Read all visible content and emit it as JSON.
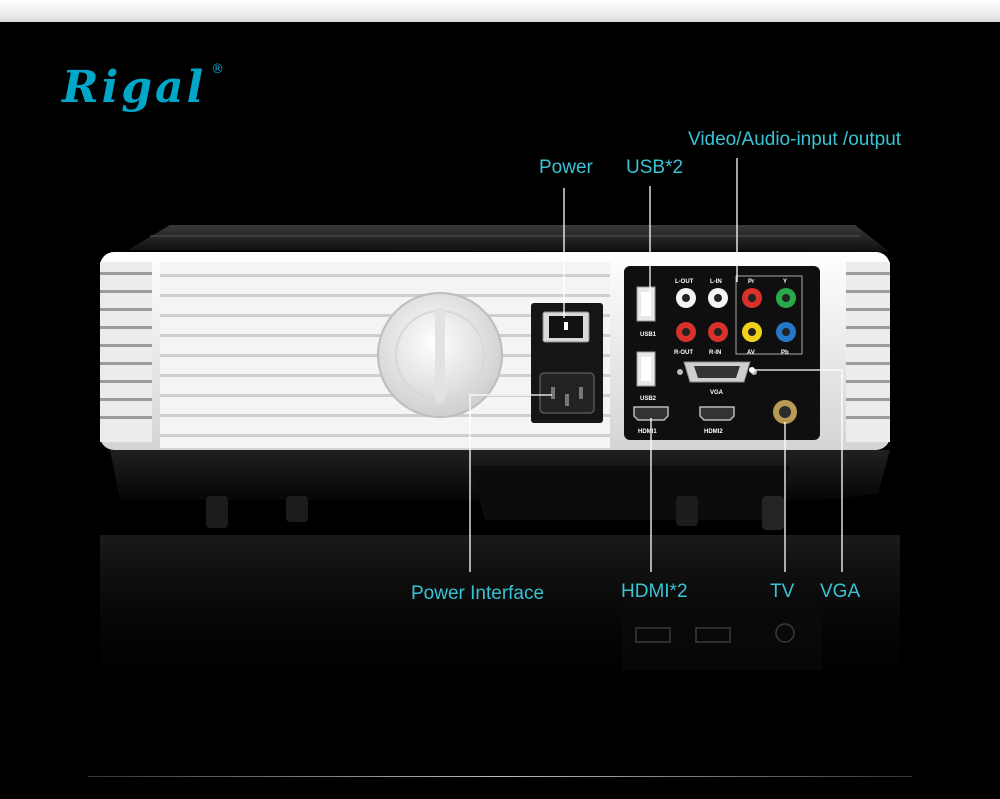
{
  "brand": {
    "name": "Rigal",
    "mark": "®"
  },
  "callouts": {
    "power": "Power",
    "usb": "USB*2",
    "video_audio": "Video/Audio-input /output",
    "power_interface": "Power Interface",
    "hdmi": "HDMI*2",
    "tv": "TV",
    "vga": "VGA"
  },
  "panel_labels": {
    "usb1": "USB1",
    "usb2": "USB2",
    "l_out": "L-OUT",
    "l_in": "L-IN",
    "pr": "Pr",
    "y": "Y",
    "r_out": "R-OUT",
    "r_in": "R-IN",
    "av": "AV",
    "pb": "Pb",
    "vga_port": "VGA",
    "hdmi1": "HDMI1",
    "hdmi2": "HDMI2"
  },
  "colors": {
    "label": "#38c4d4",
    "brand": "#00a7c8",
    "body_white": "#f2f2f2",
    "body_black": "#151515"
  }
}
